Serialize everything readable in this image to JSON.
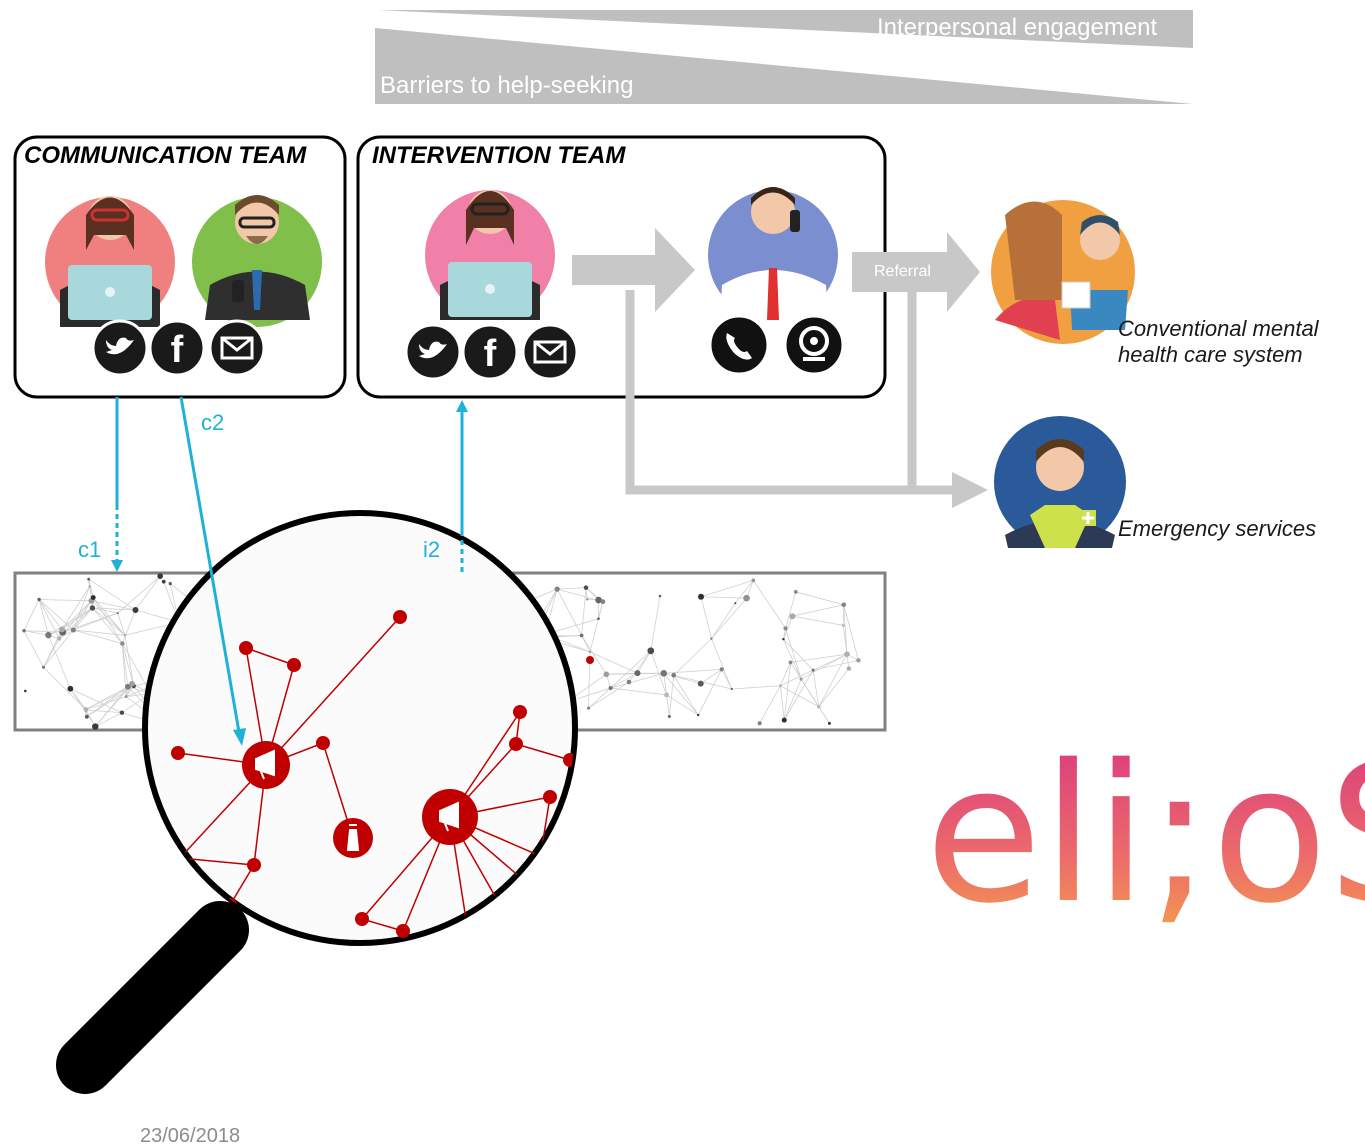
{
  "wedges": {
    "top_label": "Interpersonal engagement",
    "bottom_label": "Barriers to help-seeking"
  },
  "teams": {
    "communication": {
      "title": "COMMUNICATION TEAM"
    },
    "intervention": {
      "title": "INTERVENTION TEAM"
    }
  },
  "flow": {
    "referral_label": "Referral"
  },
  "destinations": {
    "mental_health": {
      "line1": "Conventional mental",
      "line2": "health care system"
    },
    "emergency": {
      "label": "Emergency services"
    }
  },
  "arrows": {
    "c1": "c1",
    "c2": "c2",
    "i2": "i2"
  },
  "logo": {
    "text": "eli;oS"
  },
  "footer": {
    "date": "23/06/2018"
  },
  "colors": {
    "gray_arrow": "#c8c8c8",
    "wedge": "#bfbfbf",
    "cyan": "#1fb2d9",
    "network_red": "#c00000",
    "logo_pink": "#e0407a",
    "logo_orange": "#f0a050"
  }
}
